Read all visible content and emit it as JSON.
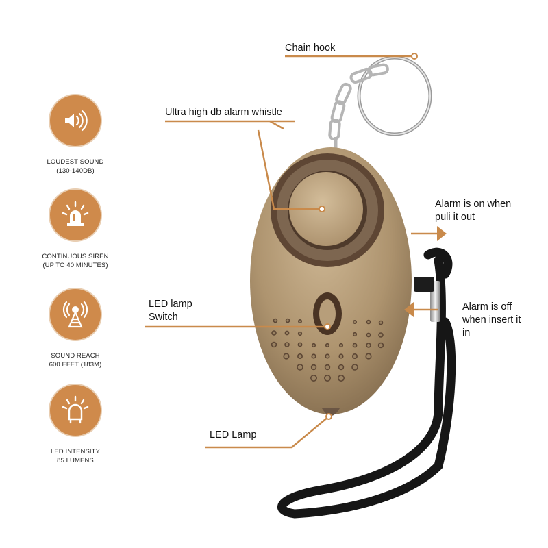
{
  "product": {
    "body_color": "#a88c67",
    "accent_color": "#c98a4b",
    "icon_circle_color": "#cf8a4b"
  },
  "features": [
    {
      "icon": "speaker-icon",
      "line1": "LOUDEST SOUND",
      "line2": "(130-140DB)"
    },
    {
      "icon": "siren-icon",
      "line1": "CONTINUOUS SIREN",
      "line2": "(UP TO 40 MINUTES)"
    },
    {
      "icon": "tower-icon",
      "line1": "SOUND REACH",
      "line2": "600 EFET (183M)"
    },
    {
      "icon": "lamp-icon",
      "line1": "LED INTENSITY",
      "line2": "85 LUMENS"
    }
  ],
  "callouts": {
    "chain_hook": "Chain hook",
    "whistle": "Ultra high db alarm whistle",
    "alarm_on_1": "Alarm is on when",
    "alarm_on_2": "puli it out",
    "led_switch_1": "LED lamp",
    "led_switch_2": "Switch",
    "alarm_off_1": "Alarm is off",
    "alarm_off_2": "when insert it",
    "alarm_off_3": "in",
    "led_lamp": "LED Lamp"
  }
}
